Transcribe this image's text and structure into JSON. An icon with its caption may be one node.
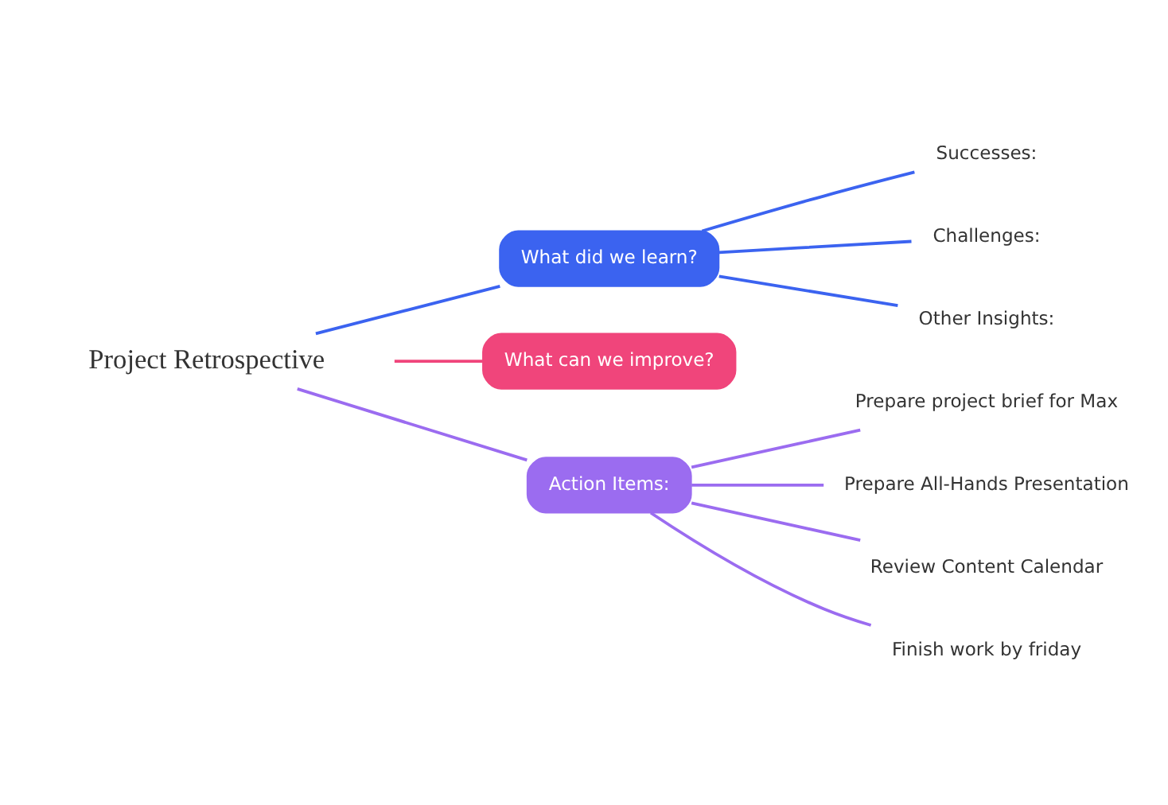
{
  "diagram": {
    "nodes": [
      {
        "text": [
          "Project Retrospective"
        ]
      },
      {
        "text": [
          "What did we learn?"
        ]
      },
      {
        "text": [
          "What can we improve?"
        ]
      },
      {
        "text": [
          "Action Items:"
        ]
      },
      {
        "text": [
          "Successes:"
        ]
      },
      {
        "text": [
          "Challenges:"
        ]
      },
      {
        "text": [
          "Other Insights:"
        ]
      },
      {
        "text": [
          "Prepare project brief for Max"
        ]
      },
      {
        "text": [
          "Prepare All-Hands Presentation"
        ]
      },
      {
        "text": [
          "Review Content Calendar"
        ]
      },
      {
        "text": [
          "Finish work by friday"
        ]
      }
    ],
    "edges": [
      {
        "from": 0,
        "to": 1,
        "arrow": "none",
        "color": "#3b63f0"
      },
      {
        "from": 0,
        "to": 2,
        "arrow": "none",
        "color": "#f0457b"
      },
      {
        "from": 0,
        "to": 3,
        "arrow": "none"
      },
      {
        "from": 1,
        "to": 4,
        "arrow": "none",
        "color": "#3b63f0"
      },
      {
        "from": 1,
        "to": 5,
        "arrow": "none",
        "color": "#3b63f0"
      },
      {
        "from": 1,
        "to": 6,
        "arrow": "none",
        "color": "#3b63f0"
      },
      {
        "from": 3,
        "to": 7,
        "arrow": "none"
      },
      {
        "from": 3,
        "to": 8,
        "arrow": "none"
      },
      {
        "from": 3,
        "to": 9,
        "arrow": "none"
      },
      {
        "from": 3,
        "to": 10,
        "arrow": "none"
      }
    ]
  }
}
